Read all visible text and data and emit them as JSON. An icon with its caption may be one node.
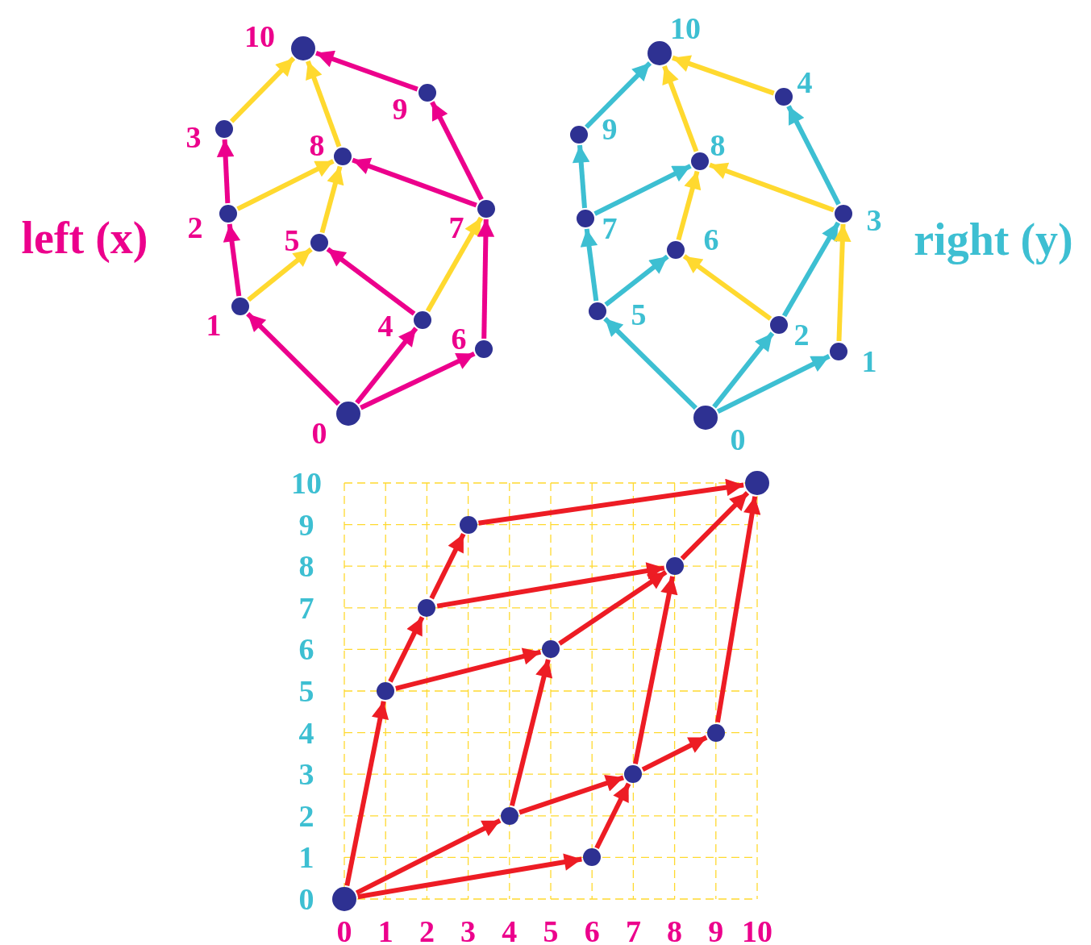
{
  "diagram": {
    "nodes": [
      {
        "text": [],
        "shape": "circle",
        "beside": [
          "0"
        ]
      },
      {
        "text": [],
        "shape": "circle",
        "beside": [
          "1"
        ]
      },
      {
        "text": [],
        "shape": "circle",
        "beside": [
          "2"
        ]
      },
      {
        "text": [],
        "shape": "circle",
        "beside": [
          "3"
        ]
      },
      {
        "text": [],
        "shape": "circle",
        "beside": [
          "4"
        ]
      },
      {
        "text": [],
        "shape": "circle",
        "beside": [
          "5"
        ]
      },
      {
        "text": [],
        "shape": "circle",
        "beside": [
          "6"
        ]
      },
      {
        "text": [],
        "shape": "circle",
        "beside": [
          "7"
        ]
      },
      {
        "text": [],
        "shape": "circle",
        "beside": [
          "8"
        ]
      },
      {
        "text": [],
        "shape": "circle",
        "beside": [
          "9"
        ]
      },
      {
        "text": [],
        "shape": "circle",
        "beside": [
          "10"
        ]
      },
      {
        "text": [],
        "shape": "circle",
        "beside": [
          "0"
        ]
      },
      {
        "text": [],
        "shape": "circle",
        "beside": [
          "1"
        ]
      },
      {
        "text": [],
        "shape": "circle",
        "beside": [
          "2"
        ]
      },
      {
        "text": [],
        "shape": "circle",
        "beside": [
          "3"
        ]
      },
      {
        "text": [],
        "shape": "circle",
        "beside": [
          "4"
        ]
      },
      {
        "text": [],
        "shape": "circle",
        "beside": [
          "5"
        ]
      },
      {
        "text": [],
        "shape": "circle",
        "beside": [
          "6"
        ]
      },
      {
        "text": [],
        "shape": "circle",
        "beside": [
          "7"
        ]
      },
      {
        "text": [],
        "shape": "circle",
        "beside": [
          "8"
        ]
      },
      {
        "text": [],
        "shape": "circle",
        "beside": [
          "9"
        ]
      },
      {
        "text": [],
        "shape": "circle",
        "beside": [
          "10"
        ]
      },
      {
        "text": [],
        "shape": "circle"
      },
      {
        "text": [],
        "shape": "circle"
      },
      {
        "text": [],
        "shape": "circle"
      },
      {
        "text": [],
        "shape": "circle"
      },
      {
        "text": [],
        "shape": "circle"
      },
      {
        "text": [],
        "shape": "circle"
      },
      {
        "text": [],
        "shape": "circle"
      },
      {
        "text": [],
        "shape": "circle"
      },
      {
        "text": [],
        "shape": "circle"
      },
      {
        "text": [],
        "shape": "circle"
      },
      {
        "text": [],
        "shape": "circle"
      }
    ],
    "edges": [
      {
        "from": 0,
        "to": 1,
        "arrow": "to",
        "color": "#ec008c"
      },
      {
        "from": 0,
        "to": 4,
        "arrow": "to",
        "color": "#ec008c"
      },
      {
        "from": 0,
        "to": 6,
        "arrow": "to",
        "color": "#ec008c"
      },
      {
        "from": 1,
        "to": 2,
        "arrow": "to",
        "color": "#ec008c"
      },
      {
        "from": 2,
        "to": 3,
        "arrow": "to",
        "color": "#ec008c"
      },
      {
        "from": 1,
        "to": 5,
        "arrow": "to",
        "color": "#ffd92f"
      },
      {
        "from": 2,
        "to": 8,
        "arrow": "to",
        "color": "#ffd92f"
      },
      {
        "from": 3,
        "to": 10,
        "arrow": "to",
        "color": "#ffd92f"
      },
      {
        "from": 4,
        "to": 5,
        "arrow": "to",
        "color": "#ec008c"
      },
      {
        "from": 4,
        "to": 7,
        "arrow": "to",
        "color": "#ffd92f"
      },
      {
        "from": 5,
        "to": 8,
        "arrow": "to",
        "color": "#ffd92f"
      },
      {
        "from": 6,
        "to": 7,
        "arrow": "to",
        "color": "#ec008c"
      },
      {
        "from": 7,
        "to": 8,
        "arrow": "to",
        "color": "#ec008c"
      },
      {
        "from": 7,
        "to": 9,
        "arrow": "to",
        "color": "#ec008c"
      },
      {
        "from": 8,
        "to": 10,
        "arrow": "to",
        "color": "#ffd92f"
      },
      {
        "from": 9,
        "to": 10,
        "arrow": "to",
        "color": "#ec008c"
      },
      {
        "from": 11,
        "to": 16,
        "arrow": "to",
        "color": "#3dbfd2"
      },
      {
        "from": 11,
        "to": 13,
        "arrow": "to",
        "color": "#3dbfd2"
      },
      {
        "from": 11,
        "to": 12,
        "arrow": "to",
        "color": "#3dbfd2"
      },
      {
        "from": 16,
        "to": 17,
        "arrow": "to",
        "color": "#3dbfd2"
      },
      {
        "from": 16,
        "to": 18,
        "arrow": "to",
        "color": "#3dbfd2"
      },
      {
        "from": 18,
        "to": 20,
        "arrow": "to",
        "color": "#3dbfd2"
      },
      {
        "from": 20,
        "to": 21,
        "arrow": "to",
        "color": "#3dbfd2"
      },
      {
        "from": 18,
        "to": 19,
        "arrow": "to",
        "color": "#3dbfd2"
      },
      {
        "from": 13,
        "to": 17,
        "arrow": "to",
        "color": "#ffd92f"
      },
      {
        "from": 13,
        "to": 14,
        "arrow": "to",
        "color": "#3dbfd2"
      },
      {
        "from": 12,
        "to": 14,
        "arrow": "to",
        "color": "#ffd92f"
      },
      {
        "from": 17,
        "to": 19,
        "arrow": "to",
        "color": "#ffd92f"
      },
      {
        "from": 14,
        "to": 19,
        "arrow": "to",
        "color": "#ffd92f"
      },
      {
        "from": 14,
        "to": 15,
        "arrow": "to",
        "color": "#3dbfd2"
      },
      {
        "from": 15,
        "to": 21,
        "arrow": "to",
        "color": "#ffd92f"
      },
      {
        "from": 19,
        "to": 21,
        "arrow": "to",
        "color": "#ffd92f"
      },
      {
        "from": 22,
        "to": 23,
        "arrow": "to"
      },
      {
        "from": 22,
        "to": 26,
        "arrow": "to"
      },
      {
        "from": 22,
        "to": 28,
        "arrow": "to"
      },
      {
        "from": 28,
        "to": 29,
        "arrow": "to"
      },
      {
        "from": 26,
        "to": 29,
        "arrow": "to"
      },
      {
        "from": 26,
        "to": 27,
        "arrow": "to"
      },
      {
        "from": 29,
        "to": 31,
        "arrow": "to"
      },
      {
        "from": 29,
        "to": 30,
        "arrow": "to"
      },
      {
        "from": 31,
        "to": 32,
        "arrow": "to"
      },
      {
        "from": 23,
        "to": 27,
        "arrow": "to"
      },
      {
        "from": 23,
        "to": 24,
        "arrow": "to"
      },
      {
        "from": 27,
        "to": 30,
        "arrow": "to"
      },
      {
        "from": 24,
        "to": 25,
        "arrow": "to"
      },
      {
        "from": 24,
        "to": 30,
        "arrow": "to"
      },
      {
        "from": 25,
        "to": 32,
        "arrow": "to"
      },
      {
        "from": 30,
        "to": 32,
        "arrow": "to"
      }
    ],
    "labels": [
      "left (x)",
      "right (y)",
      "10",
      "9",
      "8",
      "7",
      "6",
      "5",
      "4",
      "3",
      "2",
      "1",
      "0",
      "0",
      "1",
      "2",
      "3",
      "4",
      "5",
      "6",
      "7",
      "8",
      "9",
      "10"
    ]
  }
}
